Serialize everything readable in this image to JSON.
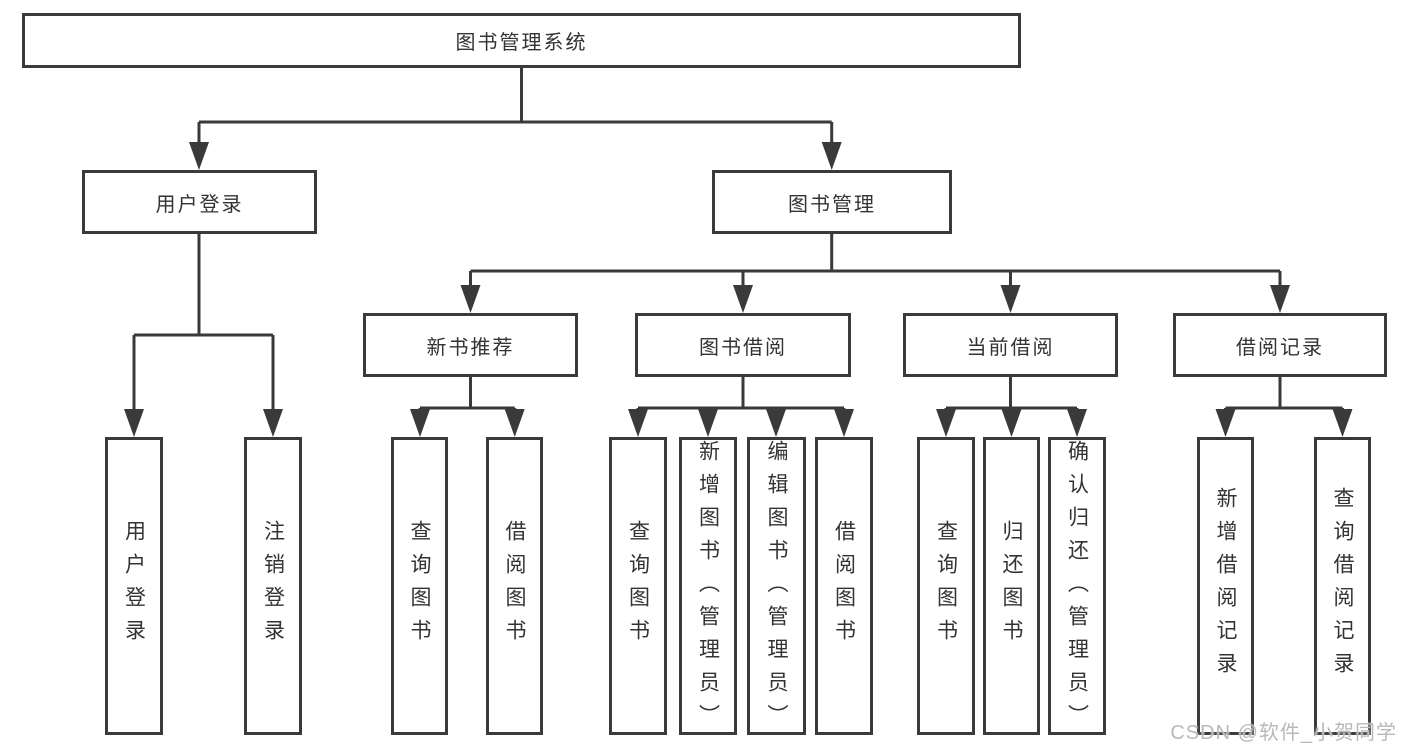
{
  "diagram": {
    "root": {
      "label": "图书管理系统"
    },
    "level1": [
      {
        "id": "user-login",
        "label": "用户登录"
      },
      {
        "id": "book-management",
        "label": "图书管理"
      }
    ],
    "level2": [
      {
        "id": "new-book-recommend",
        "label": "新书推荐"
      },
      {
        "id": "book-borrow",
        "label": "图书借阅"
      },
      {
        "id": "current-borrow",
        "label": "当前借阅"
      },
      {
        "id": "borrow-records",
        "label": "借阅记录"
      }
    ],
    "leaves": [
      {
        "parent": "user-login",
        "label": "用户登录"
      },
      {
        "parent": "user-login",
        "label": "注销登录"
      },
      {
        "parent": "new-book-recommend",
        "label": "查询图书"
      },
      {
        "parent": "new-book-recommend",
        "label": "借阅图书"
      },
      {
        "parent": "book-borrow",
        "label": "查询图书"
      },
      {
        "parent": "book-borrow",
        "label": "新增图书（管理员）"
      },
      {
        "parent": "book-borrow",
        "label": "编辑图书（管理员）"
      },
      {
        "parent": "book-borrow",
        "label": "借阅图书"
      },
      {
        "parent": "current-borrow",
        "label": "查询图书"
      },
      {
        "parent": "current-borrow",
        "label": "归还图书"
      },
      {
        "parent": "current-borrow",
        "label": "确认归还（管理员）"
      },
      {
        "parent": "borrow-records",
        "label": "新增借阅记录"
      },
      {
        "parent": "borrow-records",
        "label": "查询借阅记录"
      }
    ]
  },
  "watermark": {
    "text": "CSDN @软件_小贺同学"
  },
  "colors": {
    "line": "#3a3a3a",
    "text": "#333333",
    "watermark": "#b9b9b9",
    "background": "#ffffff"
  }
}
